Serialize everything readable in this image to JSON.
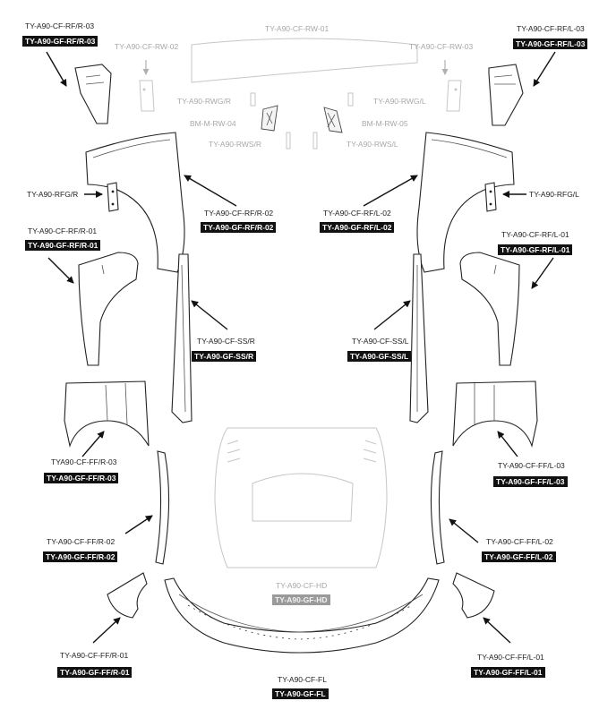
{
  "labels": {
    "rw01": "TY-A90-CF-RW-01",
    "rw02": "TY-A90-CF-RW-02",
    "rw03": "TY-A90-CF-RW-03",
    "rwg_r": "TY-A90-RWG/R",
    "rwg_l": "TY-A90-RWG/L",
    "bm04": "BM-M-RW-04",
    "bm05": "BM-M-RW-05",
    "rws_r": "TY-A90-RWS/R",
    "rws_l": "TY-A90-RWS/L",
    "rf_r03_cf": "TY-A90-CF-RF/R-03",
    "rf_r03_gf": "TY-A90-GF-RF/R-03",
    "rf_l03_cf": "TY-A90-CF-RF/L-03",
    "rf_l03_gf": "TY-A90-GF-RF/L-03",
    "rfg_r": "TY-A90-RFG/R",
    "rfg_l": "TY-A90-RFG/L",
    "rf_r02_cf": "TY-A90-CF-RF/R-02",
    "rf_r02_gf": "TY-A90-GF-RF/R-02",
    "rf_l02_cf": "TY-A90-CF-RF/L-02",
    "rf_l02_gf": "TY-A90-GF-RF/L-02",
    "rf_r01_cf": "TY-A90-CF-RF/R-01",
    "rf_r01_gf": "TY-A90-GF-RF/R-01",
    "rf_l01_cf": "TY-A90-CF-RF/L-01",
    "rf_l01_gf": "TY-A90-GF-RF/L-01",
    "ss_r_cf": "TY-A90-CF-SS/R",
    "ss_r_gf": "TY-A90-GF-SS/R",
    "ss_l_cf": "TY-A90-CF-SS/L",
    "ss_l_gf": "TY-A90-GF-SS/L",
    "ff_r03_cf": "TYA90-CF-FF/R-03",
    "ff_r03_gf": "TY-A90-GF-FF/R-03",
    "ff_l03_cf": "TY-A90-CF-FF/L-03",
    "ff_l03_gf": "TY-A90-GF-FF/L-03",
    "ff_r02_cf": "TY-A90-CF-FF/R-02",
    "ff_r02_gf": "TY-A90-GF-FF/R-02",
    "ff_l02_cf": "TY-A90-CF-FF/L-02",
    "ff_l02_gf": "TY-A90-GF-FF/L-02",
    "hd_cf": "TY-A90-CF-HD",
    "hd_gf": "TY-A90-GF-HD",
    "ff_r01_cf": "TY-A90-CF-FF/R-01",
    "ff_r01_gf": "TY-A90-GF-FF/R-01",
    "ff_l01_cf": "TY-A90-CF-FF/L-01",
    "ff_l01_gf": "TY-A90-GF-FF/L-01",
    "fl_cf": "TY-A90-CF-FL",
    "fl_gf": "TY-A90-GF-FL"
  }
}
